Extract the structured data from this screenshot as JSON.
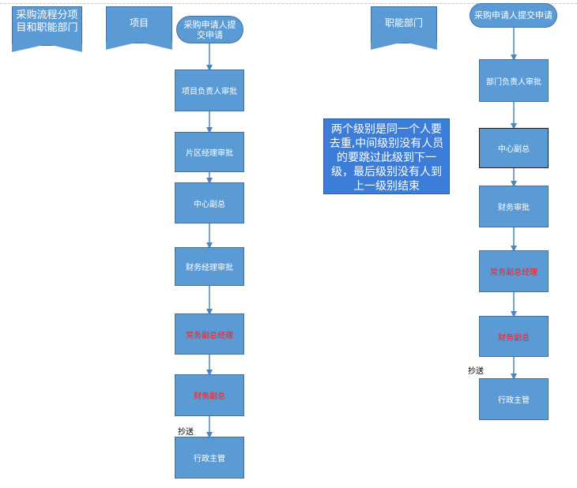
{
  "title_doc": "采购流程分项目和职能部门",
  "project": {
    "header": "项目",
    "start": "采购申请人提交申请",
    "steps": [
      "项目负责人审批",
      "片区经理审批",
      "中心副总",
      "财务经理审批",
      "常务副总经理",
      "财务副总"
    ],
    "cc_label": "抄送",
    "end": "行政主管"
  },
  "functional": {
    "header": "职能部门",
    "start": "采购申请人提交申请",
    "steps": [
      "部门负责人审批",
      "中心副总",
      "财务审批",
      "常务副总经理",
      "财务副总"
    ],
    "cc_label": "抄送",
    "end": "行政主管"
  },
  "note": "两个级别是同一个人要去重,中间级别没有人员的要跳过此级到下一级，最后级别没有人到上一级别结束",
  "colors": {
    "fill": "#5b9bd5",
    "note_fill": "#3b7dd8",
    "arrow": "#4a86c5",
    "highlight_text": "#ff1a1a"
  }
}
